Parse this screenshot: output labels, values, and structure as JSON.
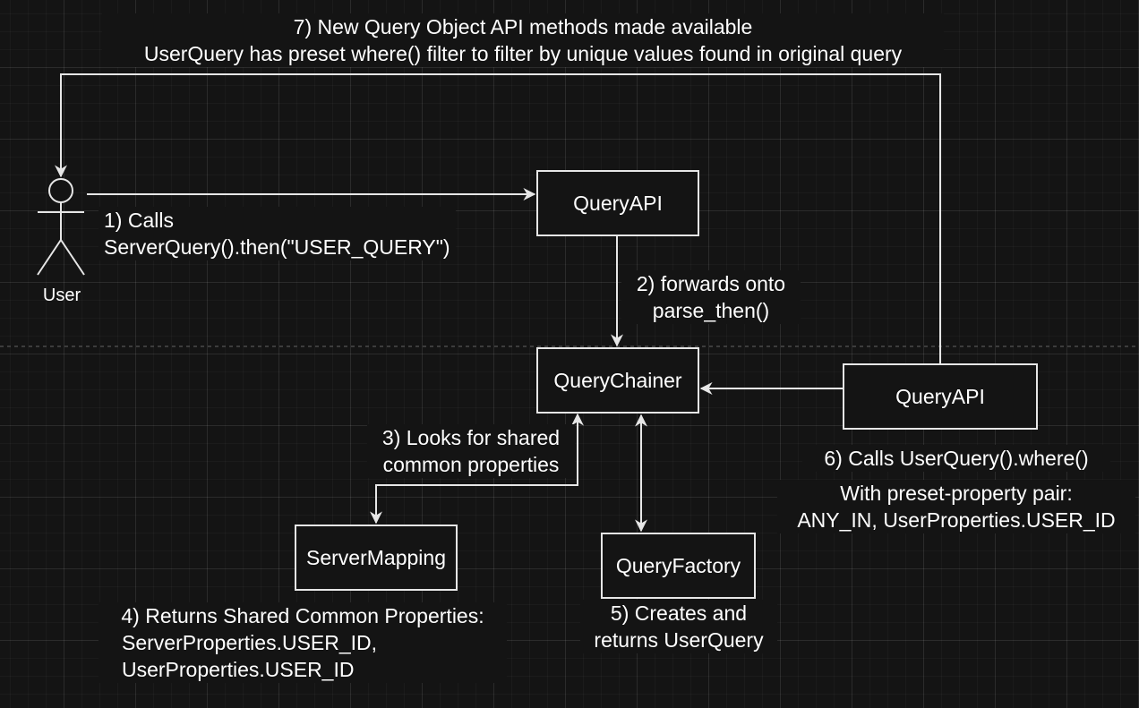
{
  "actor": {
    "name": "User"
  },
  "nodes": {
    "query_api_top": "QueryAPI",
    "query_chainer": "QueryChainer",
    "query_api_right": "QueryAPI",
    "server_mapping": "ServerMapping",
    "query_factory": "QueryFactory"
  },
  "steps": {
    "step1": {
      "line1": "1)  Calls",
      "line2": "ServerQuery().then(\"USER_QUERY\")"
    },
    "step2": {
      "line1": "2) forwards onto",
      "line2": "parse_then()"
    },
    "step3": {
      "line1": "3) Looks for shared",
      "line2": "common properties"
    },
    "step4": {
      "line1": "4) Returns Shared Common Properties:",
      "line2": "ServerProperties.USER_ID,",
      "line3": "UserProperties.USER_ID"
    },
    "step5": {
      "line1": "5) Creates and",
      "line2": "returns UserQuery"
    },
    "step6": {
      "line1": "6) Calls UserQuery().where()",
      "line2": "With preset-property pair:",
      "line3": "ANY_IN, UserProperties.USER_ID"
    },
    "step7": {
      "line1": "7) New Query Object API methods made available",
      "line2": "UserQuery has preset where() filter to filter by unique values found in original query"
    }
  },
  "colors": {
    "background": "#141414",
    "stroke": "#e6e6e6",
    "text": "#ffffff",
    "grid": "#2a2a2a"
  }
}
